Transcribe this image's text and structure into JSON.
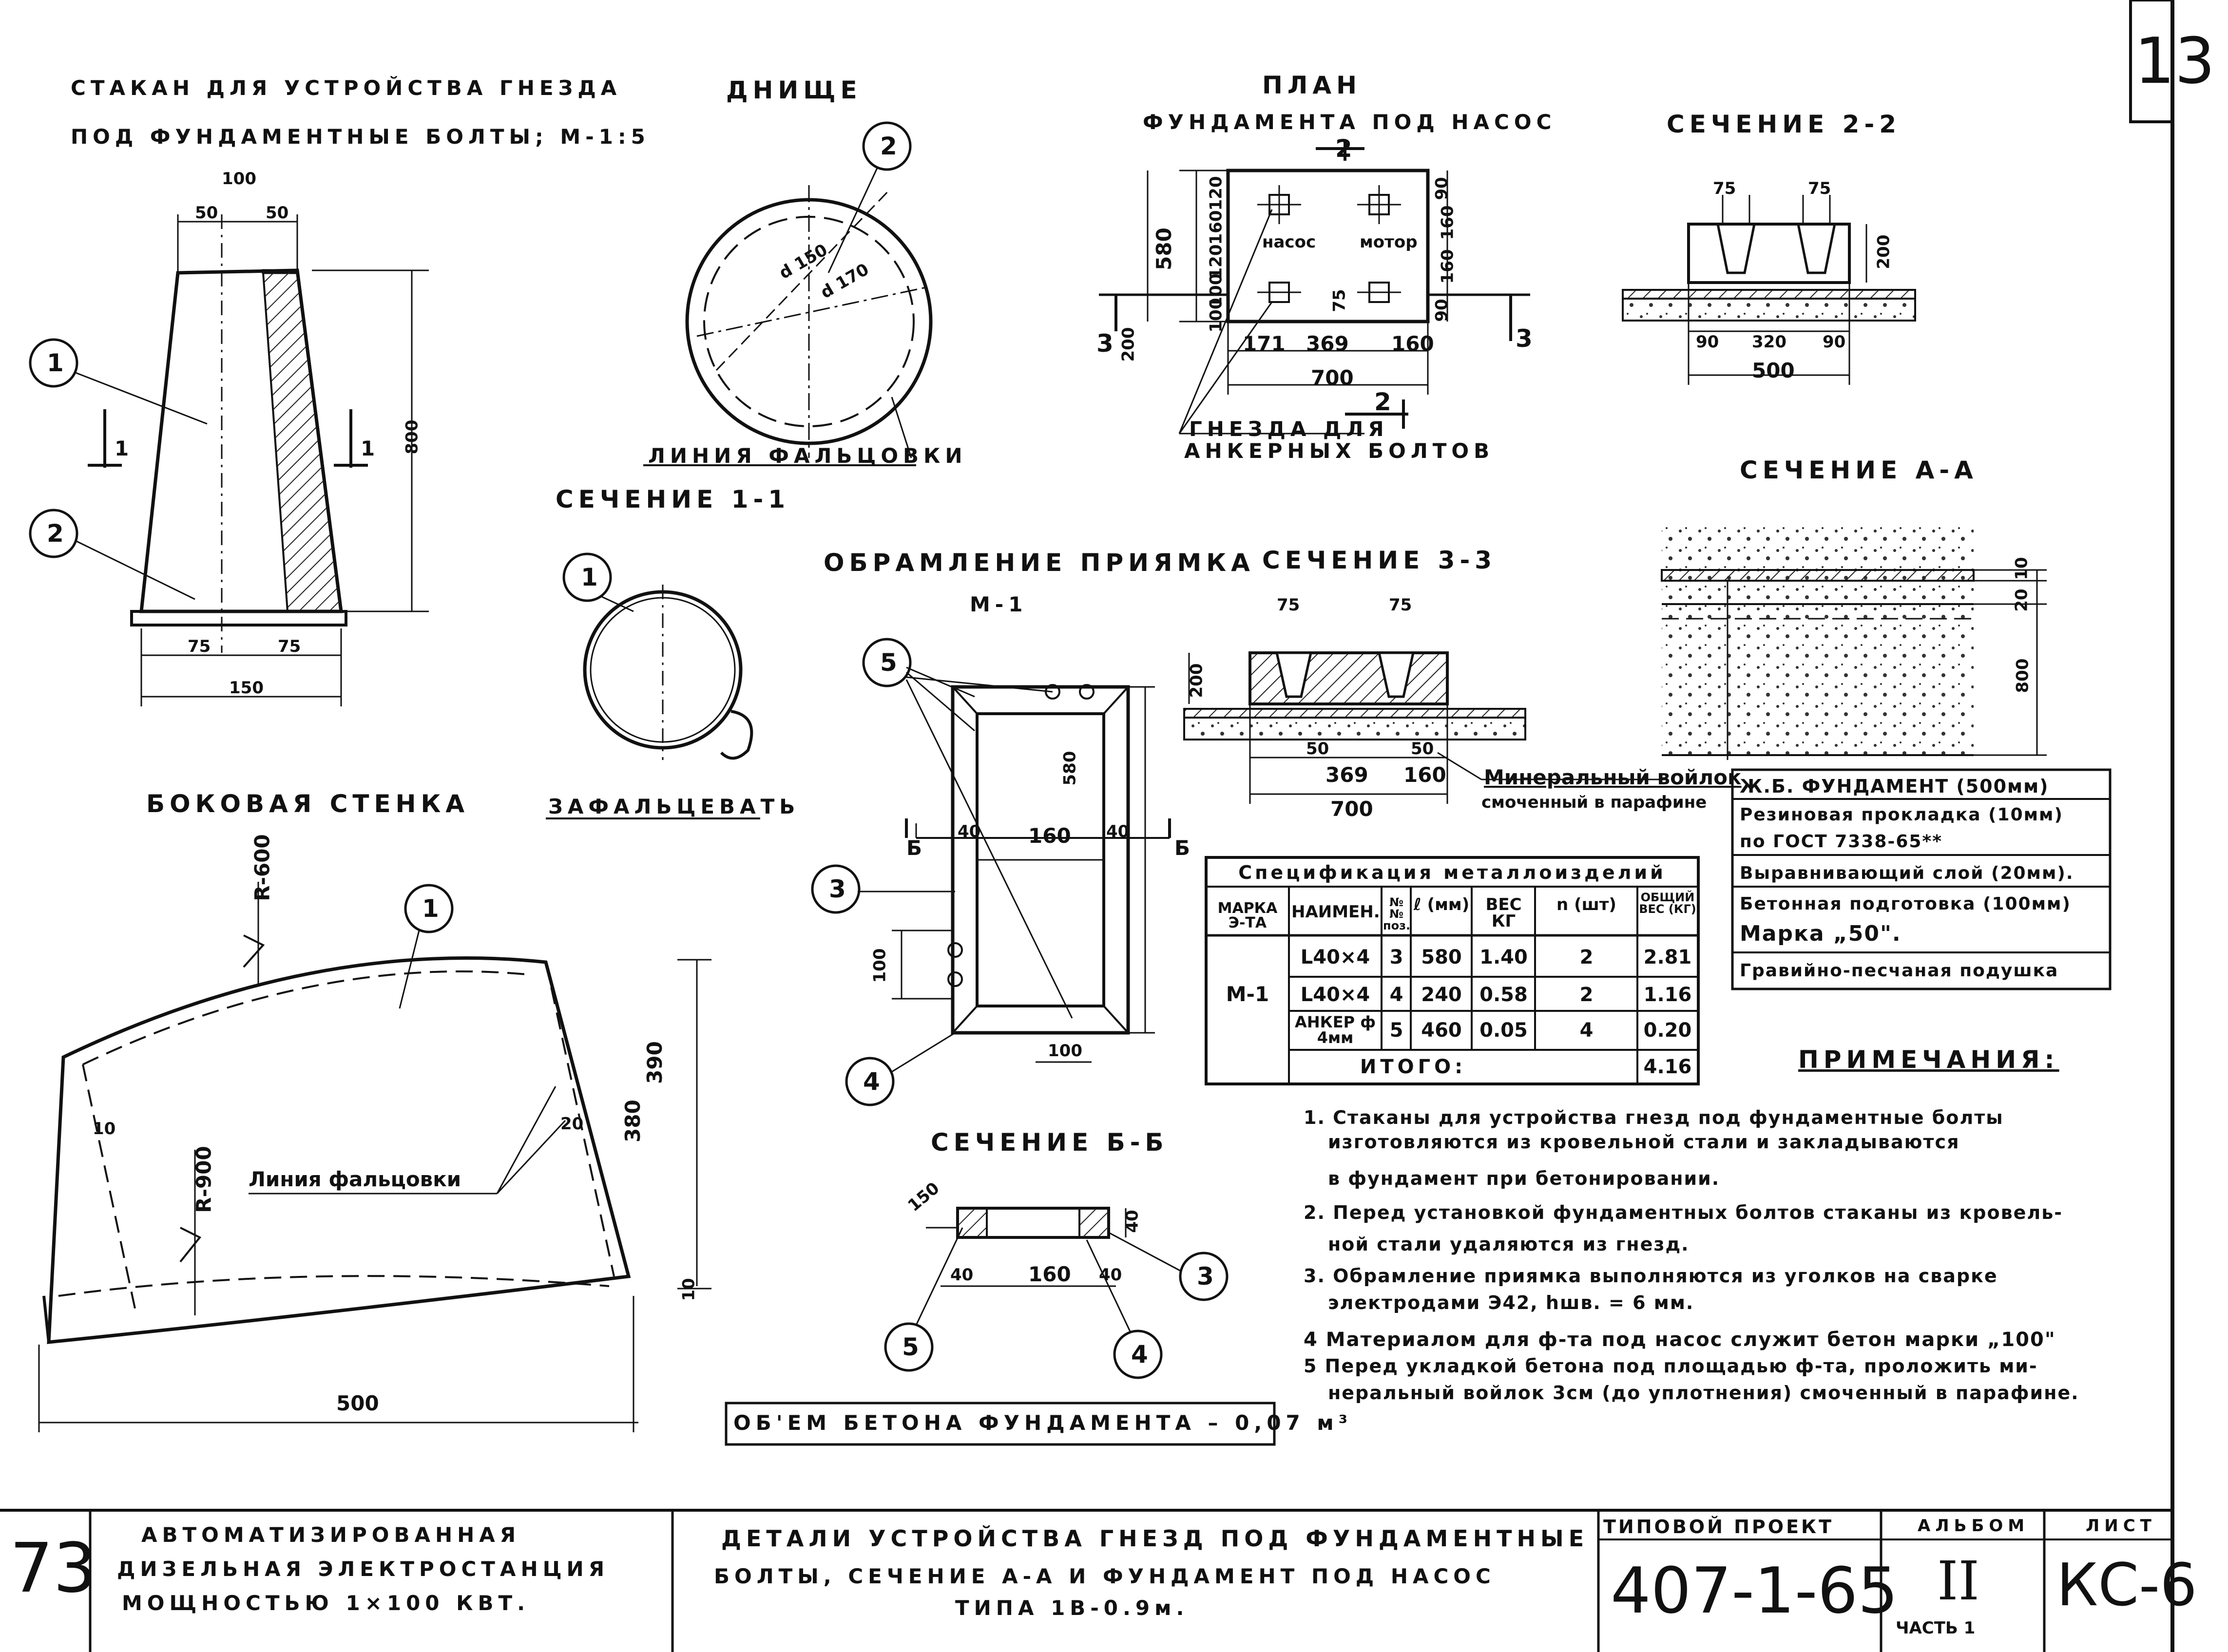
{
  "sheet_mark": "13",
  "drawings": {
    "stakan": {
      "title1": "СТАКАН ДЛЯ УСТРОЙСТВА ГНЕЗДА",
      "title2": "ПОД ФУНДАМЕНТНЫЕ БОЛТЫ; М-1:5",
      "dim_top": "100",
      "dim_a": "50",
      "dim_b": "50",
      "dim_h": "800",
      "dim_c": "75",
      "dim_d": "75",
      "dim_e": "150",
      "sec_a": "1",
      "sec_b": "1",
      "callout1": "1",
      "callout2": "2"
    },
    "dnishche": {
      "title": "ДНИЩЕ",
      "callout": "2",
      "d1": "d 150",
      "d2": "d 170",
      "caption": "ЛИНИЯ ФАЛЬЦОВКИ"
    },
    "section11": {
      "title": "СЕЧЕНИЕ 1-1",
      "callout": "1",
      "caption": "ЗАФАЛЬЦЕВАТЬ"
    },
    "plan": {
      "title1": "ПЛАН",
      "title2": "ФУНДАМЕНТА ПОД НАСОС",
      "sec_top": "2",
      "sec_bottom": "2",
      "sec_left": "3",
      "sec_right": "3",
      "label_pump": "насос",
      "label_motor": "мотор",
      "dims_left": [
        "120",
        "160",
        "120",
        "100",
        "100"
      ],
      "dim_total_h": "580",
      "dims_right": [
        "90",
        "160",
        "160",
        "90"
      ],
      "dim_75": "75",
      "dims_bottom": [
        "171",
        "369",
        "160"
      ],
      "dim_total_w": "700",
      "dim_side": "200",
      "caption1": "ГНЕЗДА ДЛЯ",
      "caption2": "АНКЕРНЫХ БОЛТОВ"
    },
    "section22": {
      "title": "СЕЧЕНИЕ 2-2",
      "d1": "75",
      "d2": "75",
      "dims": [
        "90",
        "320",
        "90"
      ],
      "total": "500",
      "side": "200"
    },
    "sectionAA": {
      "title": "СЕЧЕНИЕ А-А",
      "dims": [
        "10",
        "20",
        "800"
      ]
    },
    "obramlenie": {
      "title1": "ОБРАМЛЕНИЕ ПРИЯМКА",
      "title2": "М-1",
      "dim_580": "580",
      "dim_40a": "40",
      "dim_160": "160",
      "dim_40b": "40",
      "dim_100": "100",
      "dim_100b": "100",
      "sec_left": "Б",
      "sec_right": "Б",
      "callout3": "3",
      "callout4": "4",
      "callout5": "5"
    },
    "section33": {
      "title": "СЕЧЕНИЕ 3-3",
      "d1": "75",
      "d2": "75",
      "dims": [
        "50",
        "50"
      ],
      "dims2": [
        "369",
        "160"
      ],
      "total": "700",
      "side": "200",
      "felt1": "Минеральный войлок",
      "felt2": "смоченный в парафине"
    },
    "bokovaya": {
      "title": "БОКОВАЯ СТЕНКА",
      "r600": "R-600",
      "r900": "R-900",
      "callout": "1",
      "caption": "Линия фальцовки",
      "d10": "10",
      "d20": "20",
      "d390": "390",
      "d380": "380",
      "d10b": "10",
      "d500": "500"
    },
    "sectionBB": {
      "title": "СЕЧЕНИЕ Б-Б",
      "d150": "150",
      "d40a": "40",
      "d160": "160",
      "d40b": "40",
      "d40c": "40",
      "callout3": "3",
      "callout4": "4",
      "callout5": "5"
    },
    "concrete": "ОБ'ЕМ БЕТОНА ФУНДАМЕНТА – 0,07 м³"
  },
  "spec_table": {
    "title": "Спецификация металлоизделий",
    "headers": [
      "МАРКА Э-ТА",
      "НАИМЕН.",
      "№№ поз.",
      "ℓ (мм)",
      "ВЕС КГ",
      "n (шт)",
      "ОБЩИЙ ВЕС (КГ)"
    ],
    "mark": "М-1",
    "rows": [
      [
        "L40×4",
        "3",
        "580",
        "1.40",
        "2",
        "2.81"
      ],
      [
        "L40×4",
        "4",
        "240",
        "0.58",
        "2",
        "1.16"
      ],
      [
        "АНКЕР ф 4мм",
        "5",
        "460",
        "0.05",
        "4",
        "0.20"
      ]
    ],
    "total_label": "ИТОГО:",
    "total_value": "4.16"
  },
  "layer_legend": [
    "Ж.Б. ФУНДАМЕНТ (500мм)",
    "Резиновая прокладка (10мм)",
    "по ГОСТ 7338-65**",
    "Выравнивающий слой (20мм).",
    "Бетонная подготовка (100мм)",
    "Марка „50\".",
    "Гравийно-песчаная подушка"
  ],
  "notes": {
    "title": "ПРИМЕЧАНИЯ:",
    "items": [
      "1. Стаканы для устройства гнезд под фундаментные болты",
      "изготовляются из кровельной стали и закладываются",
      "в фундамент при бетонировании.",
      "2. Перед установкой фундаментных болтов стаканы из кровель-",
      "ной стали удаляются из гнезд.",
      "3. Обрамление приямка выполняются из уголков на сварке",
      "электродами Э42, hшв. = 6 мм.",
      "4 Материалом для ф-та под насос служит бетон марки „100\"",
      "5 Перед укладкой бетона под площадью ф-та, проложить ми-",
      "неральный войлок 3см (до уплотнения) смоченный в парафине."
    ]
  },
  "title_block": {
    "page_number": "73",
    "project_line1": "АВТОМАТИЗИРОВАННАЯ",
    "project_line2": "ДИЗЕЛЬНАЯ ЭЛЕКТРОСТАНЦИЯ",
    "project_line3": "МОЩНОСТЬЮ 1×100 КВТ.",
    "desc_line1": "ДЕТАЛИ УСТРОЙСТВА ГНЕЗД ПОД ФУНДАМЕНТНЫЕ",
    "desc_line2": "БОЛТЫ, СЕЧЕНИЕ А-А И ФУНДАМЕНТ ПОД НАСОС",
    "desc_line3": "ТИПА 1В-0.9м.",
    "typical_label": "ТИПОВОЙ ПРОЕКТ",
    "typical_value": "407-1-65",
    "album_label": "АЛЬБОМ",
    "album_value": "II",
    "part_label": "ЧАСТЬ 1",
    "sheet_label": "ЛИСТ",
    "sheet_value": "КС-6"
  }
}
